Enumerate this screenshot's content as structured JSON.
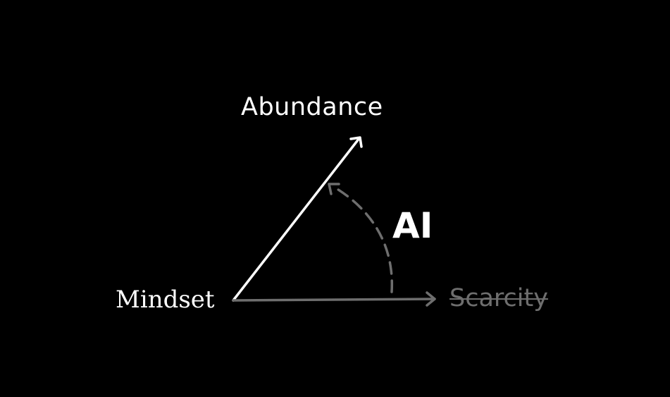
{
  "labels": {
    "abundance": "Abundance",
    "mindset": "Mindset",
    "scarcity": "Scarcity",
    "ai": "AI"
  },
  "colors": {
    "background": "#000000",
    "primary": "#ffffff",
    "muted": "#6e6e6e"
  },
  "annotations": {
    "scarcity_struck_through": true,
    "ai_arc_style": "dashed"
  }
}
